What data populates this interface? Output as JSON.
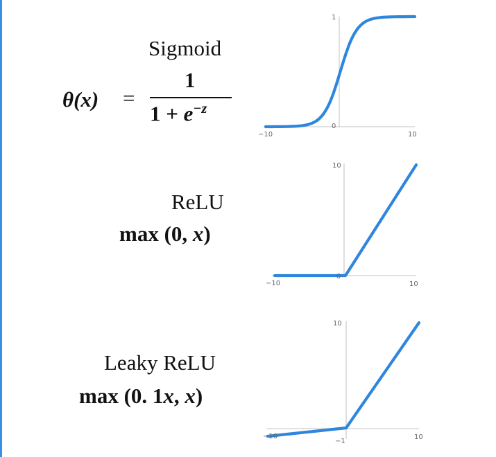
{
  "sigmoid": {
    "name": "Sigmoid",
    "formula_lhs": "θ(x)",
    "formula_eq": "=",
    "formula_num": "1",
    "formula_den_a": "1 + ",
    "formula_den_e": "e",
    "formula_den_exp": "−z",
    "ticks": {
      "x_min": "−10",
      "x_max": "10",
      "y_top": "1",
      "y_zero": "0"
    }
  },
  "relu": {
    "name": "ReLU",
    "formula_a": "max (0, ",
    "formula_x": "x",
    "formula_b": ")",
    "ticks": {
      "x_min": "−10",
      "x_max": "10",
      "y_top": "10",
      "y_zero": "0"
    }
  },
  "leaky_relu": {
    "name": "Leaky ReLU",
    "formula_a": "max (0. 1",
    "formula_x1": "x",
    "formula_comma": ", ",
    "formula_x2": "x",
    "formula_b": ")",
    "ticks": {
      "x_min": "−10",
      "x_max": "10",
      "y_top": "10",
      "y_neg": "−1"
    }
  },
  "colors": {
    "curve": "#2f86dd",
    "axis": "#cfcfcf",
    "border": "#3a8ee6"
  }
}
